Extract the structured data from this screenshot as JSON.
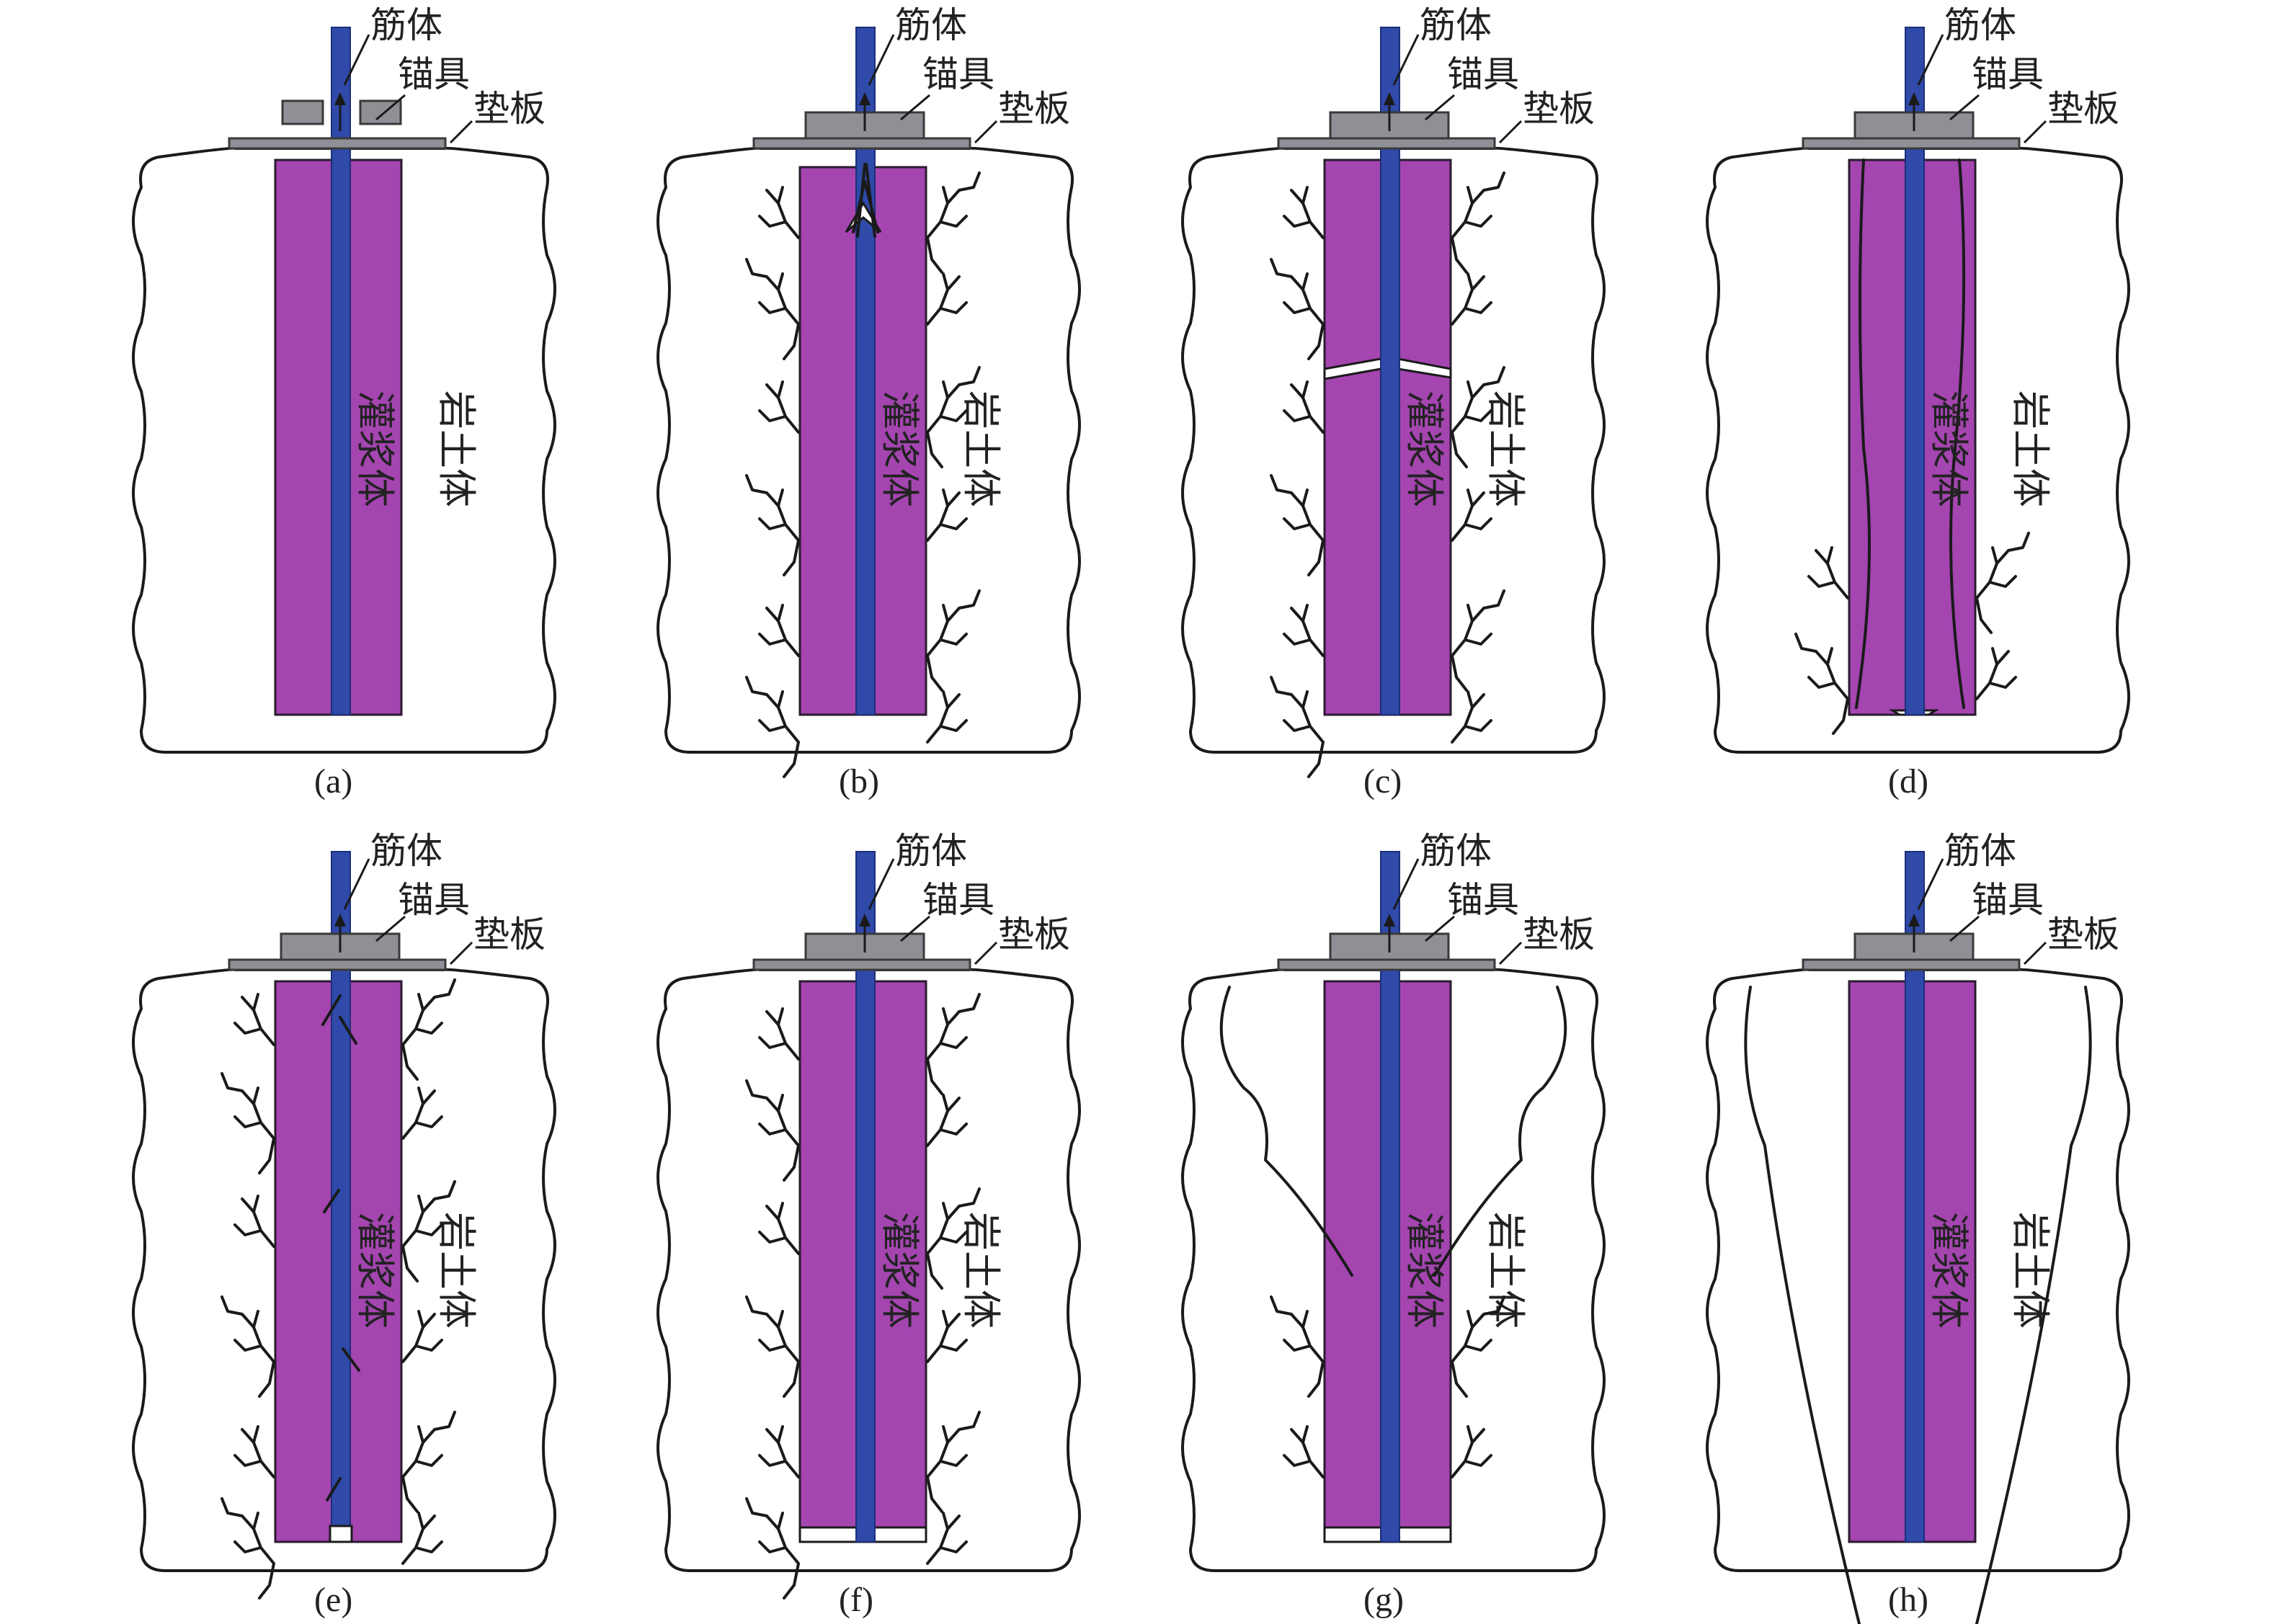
{
  "labels": {
    "tendon": "筋体",
    "anchor": "锚具",
    "plate": "垫板",
    "grout": "灌浆体",
    "rock": "岩土体"
  },
  "panels": [
    {
      "id": "a",
      "caption": "(a)",
      "cracks": "none",
      "failure": "intact"
    },
    {
      "id": "b",
      "caption": "(b)",
      "cracks": "full",
      "failure": "tendon-pullout"
    },
    {
      "id": "c",
      "caption": "(c)",
      "cracks": "full",
      "failure": "grout-transverse-break"
    },
    {
      "id": "d",
      "caption": "(d)",
      "cracks": "lower",
      "failure": "grout-longitudinal-crack"
    },
    {
      "id": "e",
      "caption": "(e)",
      "cracks": "full-inner",
      "failure": "tendon-grout-slip"
    },
    {
      "id": "f",
      "caption": "(f)",
      "cracks": "full",
      "failure": "grout-rock-slip"
    },
    {
      "id": "g",
      "caption": "(g)",
      "cracks": "cone-short",
      "failure": "rock-cone-partial"
    },
    {
      "id": "h",
      "caption": "(h)",
      "cracks": "cone-full",
      "failure": "rock-cone-full"
    }
  ],
  "colors": {
    "grout": "#a445b0",
    "tendon": "#2f4aa8",
    "plate": "#8e9096",
    "line": "#1a1a1a"
  }
}
